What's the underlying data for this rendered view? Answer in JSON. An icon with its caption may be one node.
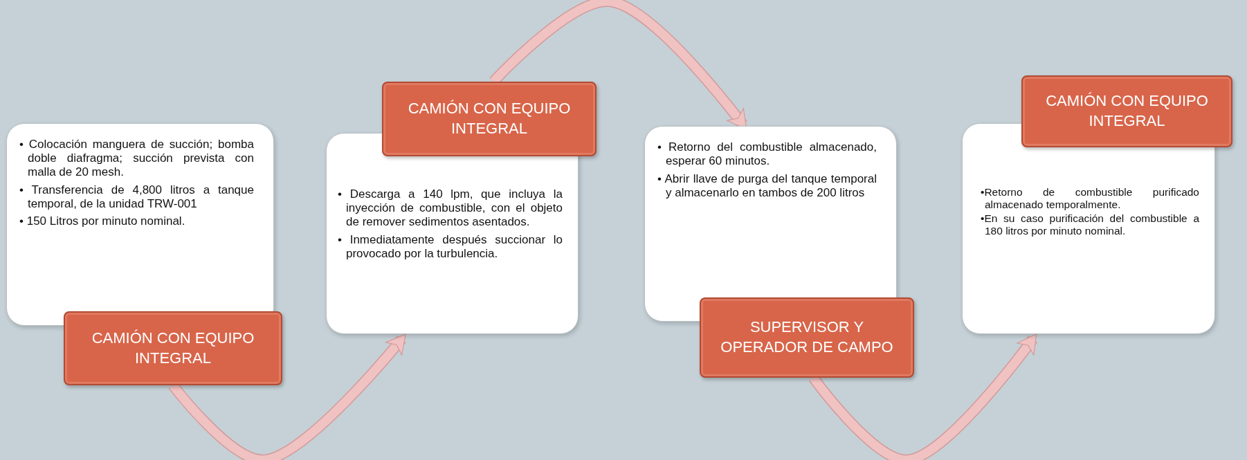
{
  "diagram": {
    "nodes": [
      {
        "text": [
          "• Colocación manguera de succión; bomba doble diafragma; succión prevista con malla de 20 mesh.",
          "• Transferencia de 4,800 litros a tanque temporal, de la unidad TRW-001",
          "• 150 Litros por minuto nominal."
        ]
      },
      {
        "text": [
          "CAMIÓN CON EQUIPO INTEGRAL"
        ]
      },
      {
        "text": [
          "• Descarga a 140 lpm, que incluya la inyección de combustible, con el objeto de remover sedimentos asentados.",
          "• Inmediatamente después succionar lo provocado por la turbulencia."
        ]
      },
      {
        "text": [
          "CAMIÓN CON EQUIPO INTEGRAL"
        ]
      },
      {
        "text": [
          "• Retorno del combustible almacenado, esperar 60 minutos.",
          "• Abrir llave de purga del tanque temporal y almacenarlo en tambos de 200 litros"
        ]
      },
      {
        "text": [
          "SUPERVISOR Y OPERADOR DE CAMPO"
        ]
      },
      {
        "text": [
          "•Retorno de combustible purificado almacenado temporalmente.",
          "•En su caso purificación del combustible a 180 litros por minuto nominal."
        ]
      },
      {
        "text": [
          "CAMIÓN CON EQUIPO INTEGRAL"
        ]
      }
    ],
    "edges": [
      {
        "from": 1,
        "to": 2,
        "arrow": "to"
      },
      {
        "from": 3,
        "to": 4,
        "arrow": "to"
      },
      {
        "from": 5,
        "to": 6,
        "arrow": "to"
      }
    ]
  }
}
